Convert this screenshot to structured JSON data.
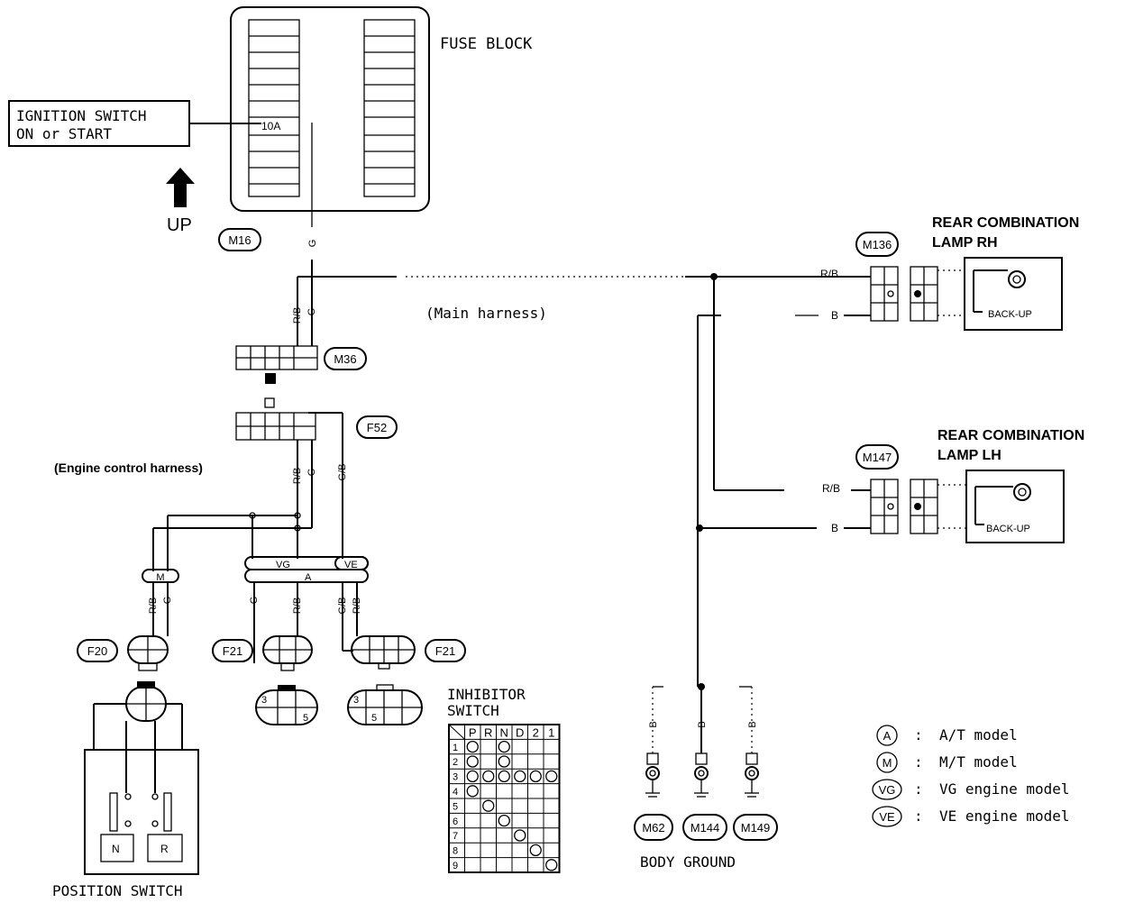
{
  "labels": {
    "fuse_block": "FUSE BLOCK",
    "fuse_rating": "10A",
    "ignition_line1": "IGNITION SWITCH",
    "ignition_line2": "ON or START",
    "up": "UP",
    "main_harness": "(Main harness)",
    "engine_harness": "(Engine control harness)",
    "rear_rh_line1": "REAR COMBINATION",
    "rear_rh_line2": "LAMP RH",
    "rear_lh_line1": "REAR COMBINATION",
    "rear_lh_line2": "LAMP LH",
    "backup": "BACK-UP",
    "position_switch": "POSITION SWITCH",
    "inhibitor_line1": "INHIBITOR",
    "inhibitor_line2": "SWITCH",
    "body_ground": "BODY GROUND",
    "sw_n": "N",
    "sw_r": "R"
  },
  "connectors": {
    "m16": "M16",
    "m36": "M36",
    "f52": "F52",
    "f20": "F20",
    "f21a": "F21",
    "f21b": "F21",
    "m136": "M136",
    "m147": "M147",
    "m62": "M62",
    "m144": "M144",
    "m149": "M149"
  },
  "splice": {
    "m": "M",
    "vg": "VG",
    "ve": "VE",
    "a": "A"
  },
  "wires": {
    "g": "G",
    "rb": "R/B",
    "gb": "G/B",
    "b": "B"
  },
  "pins": {
    "p3": "3",
    "p5": "5"
  },
  "inhibitor": {
    "header": [
      "P",
      "R",
      "N",
      "D",
      "2",
      "1"
    ],
    "rows": [
      "1",
      "2",
      "3",
      "4",
      "5",
      "6",
      "7",
      "8",
      "9"
    ]
  },
  "legend": [
    {
      "symbol": "A",
      "sep": ":",
      "text": "A/T model"
    },
    {
      "symbol": "M",
      "sep": ":",
      "text": "M/T model"
    },
    {
      "symbol": "VG",
      "sep": ":",
      "text": "VG engine model"
    },
    {
      "symbol": "VE",
      "sep": ":",
      "text": "VE engine model"
    }
  ]
}
